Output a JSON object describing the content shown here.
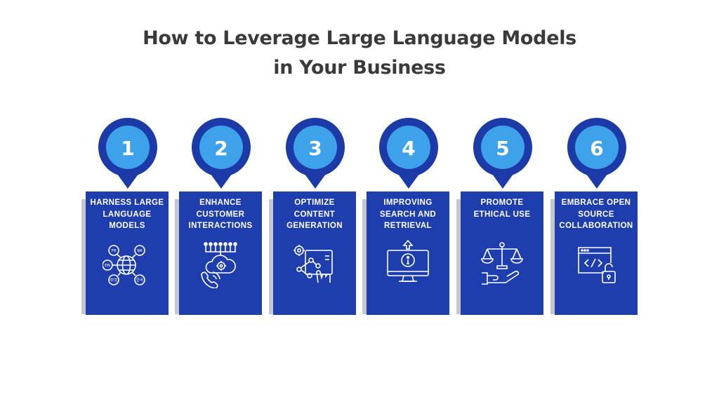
{
  "title": {
    "line1": "How to Leverage Large Language Models",
    "line2": "in Your Business"
  },
  "colors": {
    "panel": "#1f3eae",
    "pin_outer": "#1d3ba8",
    "pin_inner": "#3da2ea",
    "title": "#3a3a3a"
  },
  "steps": [
    {
      "number": "1",
      "label": "HARNESS LARGE LANGUAGE MODELS",
      "icon": "multilingual-globe-icon",
      "langs": [
        "FR",
        "हिंदी",
        "EN",
        "中文",
        "한국"
      ]
    },
    {
      "number": "2",
      "label": "ENHANCE CUSTOMER INTERACTIONS",
      "icon": "cloud-support-icon"
    },
    {
      "number": "3",
      "label": "OPTIMIZE CONTENT GENERATION",
      "icon": "content-automation-icon"
    },
    {
      "number": "4",
      "label": "IMPROVING SEARCH AND RETRIEVAL",
      "icon": "monitor-info-icon"
    },
    {
      "number": "5",
      "label": "PROMOTE ETHICAL USE",
      "icon": "scales-hand-icon"
    },
    {
      "number": "6",
      "label": "EMBRACE OPEN SOURCE COLLABORATION",
      "icon": "code-window-lock-icon"
    }
  ]
}
